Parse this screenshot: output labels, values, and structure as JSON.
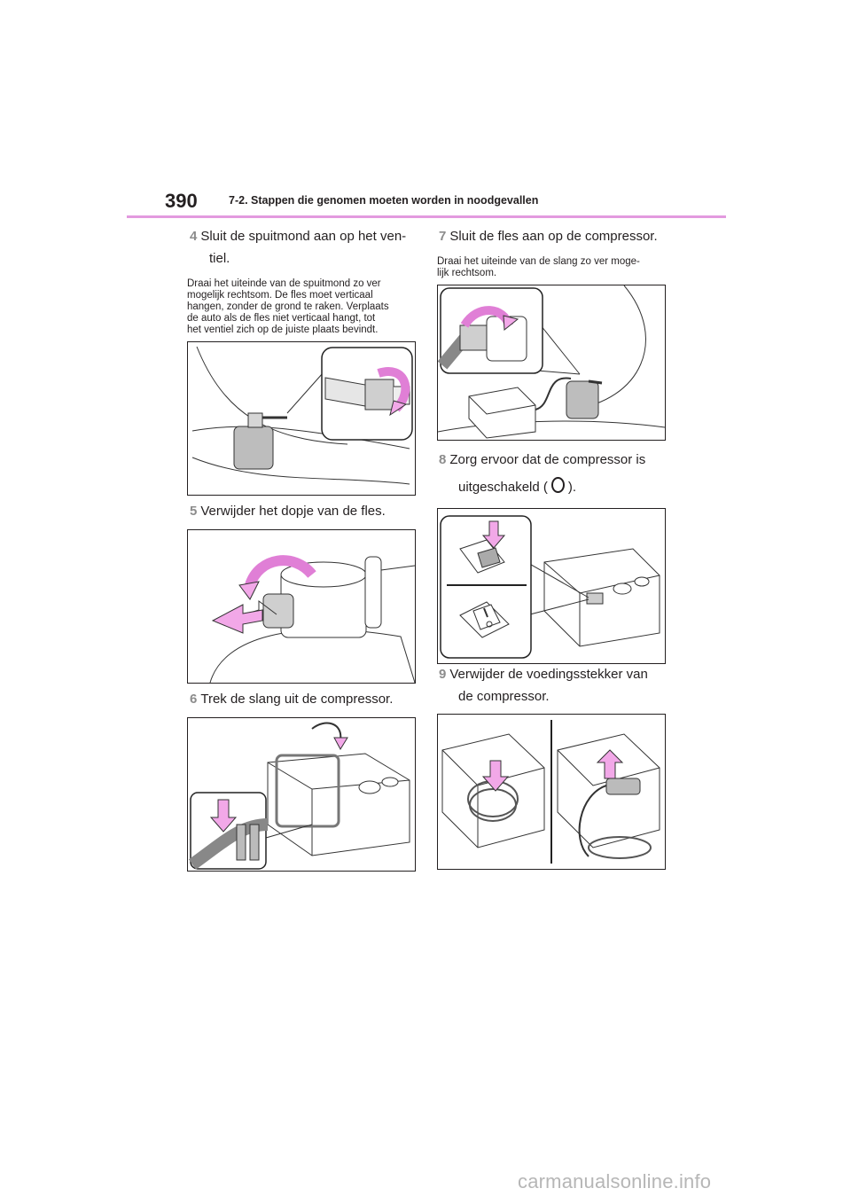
{
  "header": {
    "page_number": "390",
    "section_title": "7-2. Stappen die genomen moeten worden in noodgevallen"
  },
  "steps": {
    "s4": {
      "num": "4",
      "line1": "Sluit de spuitmond aan op het ven-",
      "line2": "tiel.",
      "desc": [
        "Draai het uiteinde van de spuitmond zo ver",
        "mogelijk rechtsom. De fles moet verticaal",
        "hangen, zonder de grond te raken. Verplaats",
        "de auto als de fles niet verticaal hangt, tot",
        "het ventiel zich op de juiste plaats bevindt."
      ]
    },
    "s5": {
      "num": "5",
      "line1": "Verwijder het dopje van de fles."
    },
    "s6": {
      "num": "6",
      "line1": "Trek de slang uit de compressor."
    },
    "s7": {
      "num": "7",
      "line1": "Sluit de fles aan op de compressor.",
      "desc": [
        "Draai het uiteinde van de slang zo ver moge-",
        "lijk rechtsom."
      ]
    },
    "s8": {
      "num": "8",
      "line1": "Zorg ervoor dat de compressor is",
      "line2a": "uitgeschakeld (",
      "line2b": ")."
    },
    "s9": {
      "num": "9",
      "line1": "Verwijder de voedingsstekker van",
      "line2": "de compressor."
    }
  },
  "icons": {
    "off_symbol": "power-off-circle-icon",
    "arrow_color": "#f2a8e8",
    "accent_rule": "#e39adf"
  },
  "watermark": "carmanualsonline.info"
}
